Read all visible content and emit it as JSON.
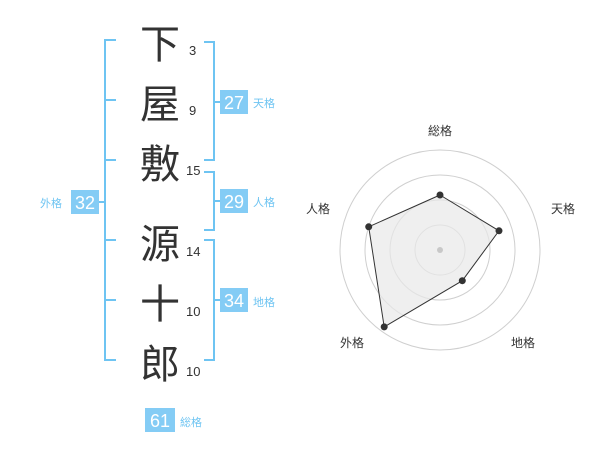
{
  "name_characters": [
    {
      "char": "下",
      "strokes": "3"
    },
    {
      "char": "屋",
      "strokes": "9"
    },
    {
      "char": "敷",
      "strokes": "15"
    },
    {
      "char": "源",
      "strokes": "14"
    },
    {
      "char": "十",
      "strokes": "10"
    },
    {
      "char": "郎",
      "strokes": "10"
    }
  ],
  "scores": {
    "tenkaku": {
      "value": "27",
      "label": "天格"
    },
    "jinkaku": {
      "value": "29",
      "label": "人格"
    },
    "chikaku": {
      "value": "34",
      "label": "地格"
    },
    "gaikaku": {
      "value": "32",
      "label": "外格"
    },
    "soukaku": {
      "value": "61",
      "label": "総格"
    }
  },
  "colors": {
    "accent": "#6ec4f2",
    "bracket": "#6ec4f2",
    "badge_bg": "#84ccf5",
    "label_text": "#6ec4f2",
    "ring": "#cfcfcf",
    "radar_fill": "#e8e8e8",
    "radar_line": "#333333"
  },
  "chart_data": {
    "type": "radar",
    "axes": [
      "総格",
      "天格",
      "地格",
      "外格",
      "人格"
    ],
    "values": [
      0.55,
      0.62,
      0.38,
      0.95,
      0.75
    ],
    "rings": 4,
    "max": 1
  }
}
